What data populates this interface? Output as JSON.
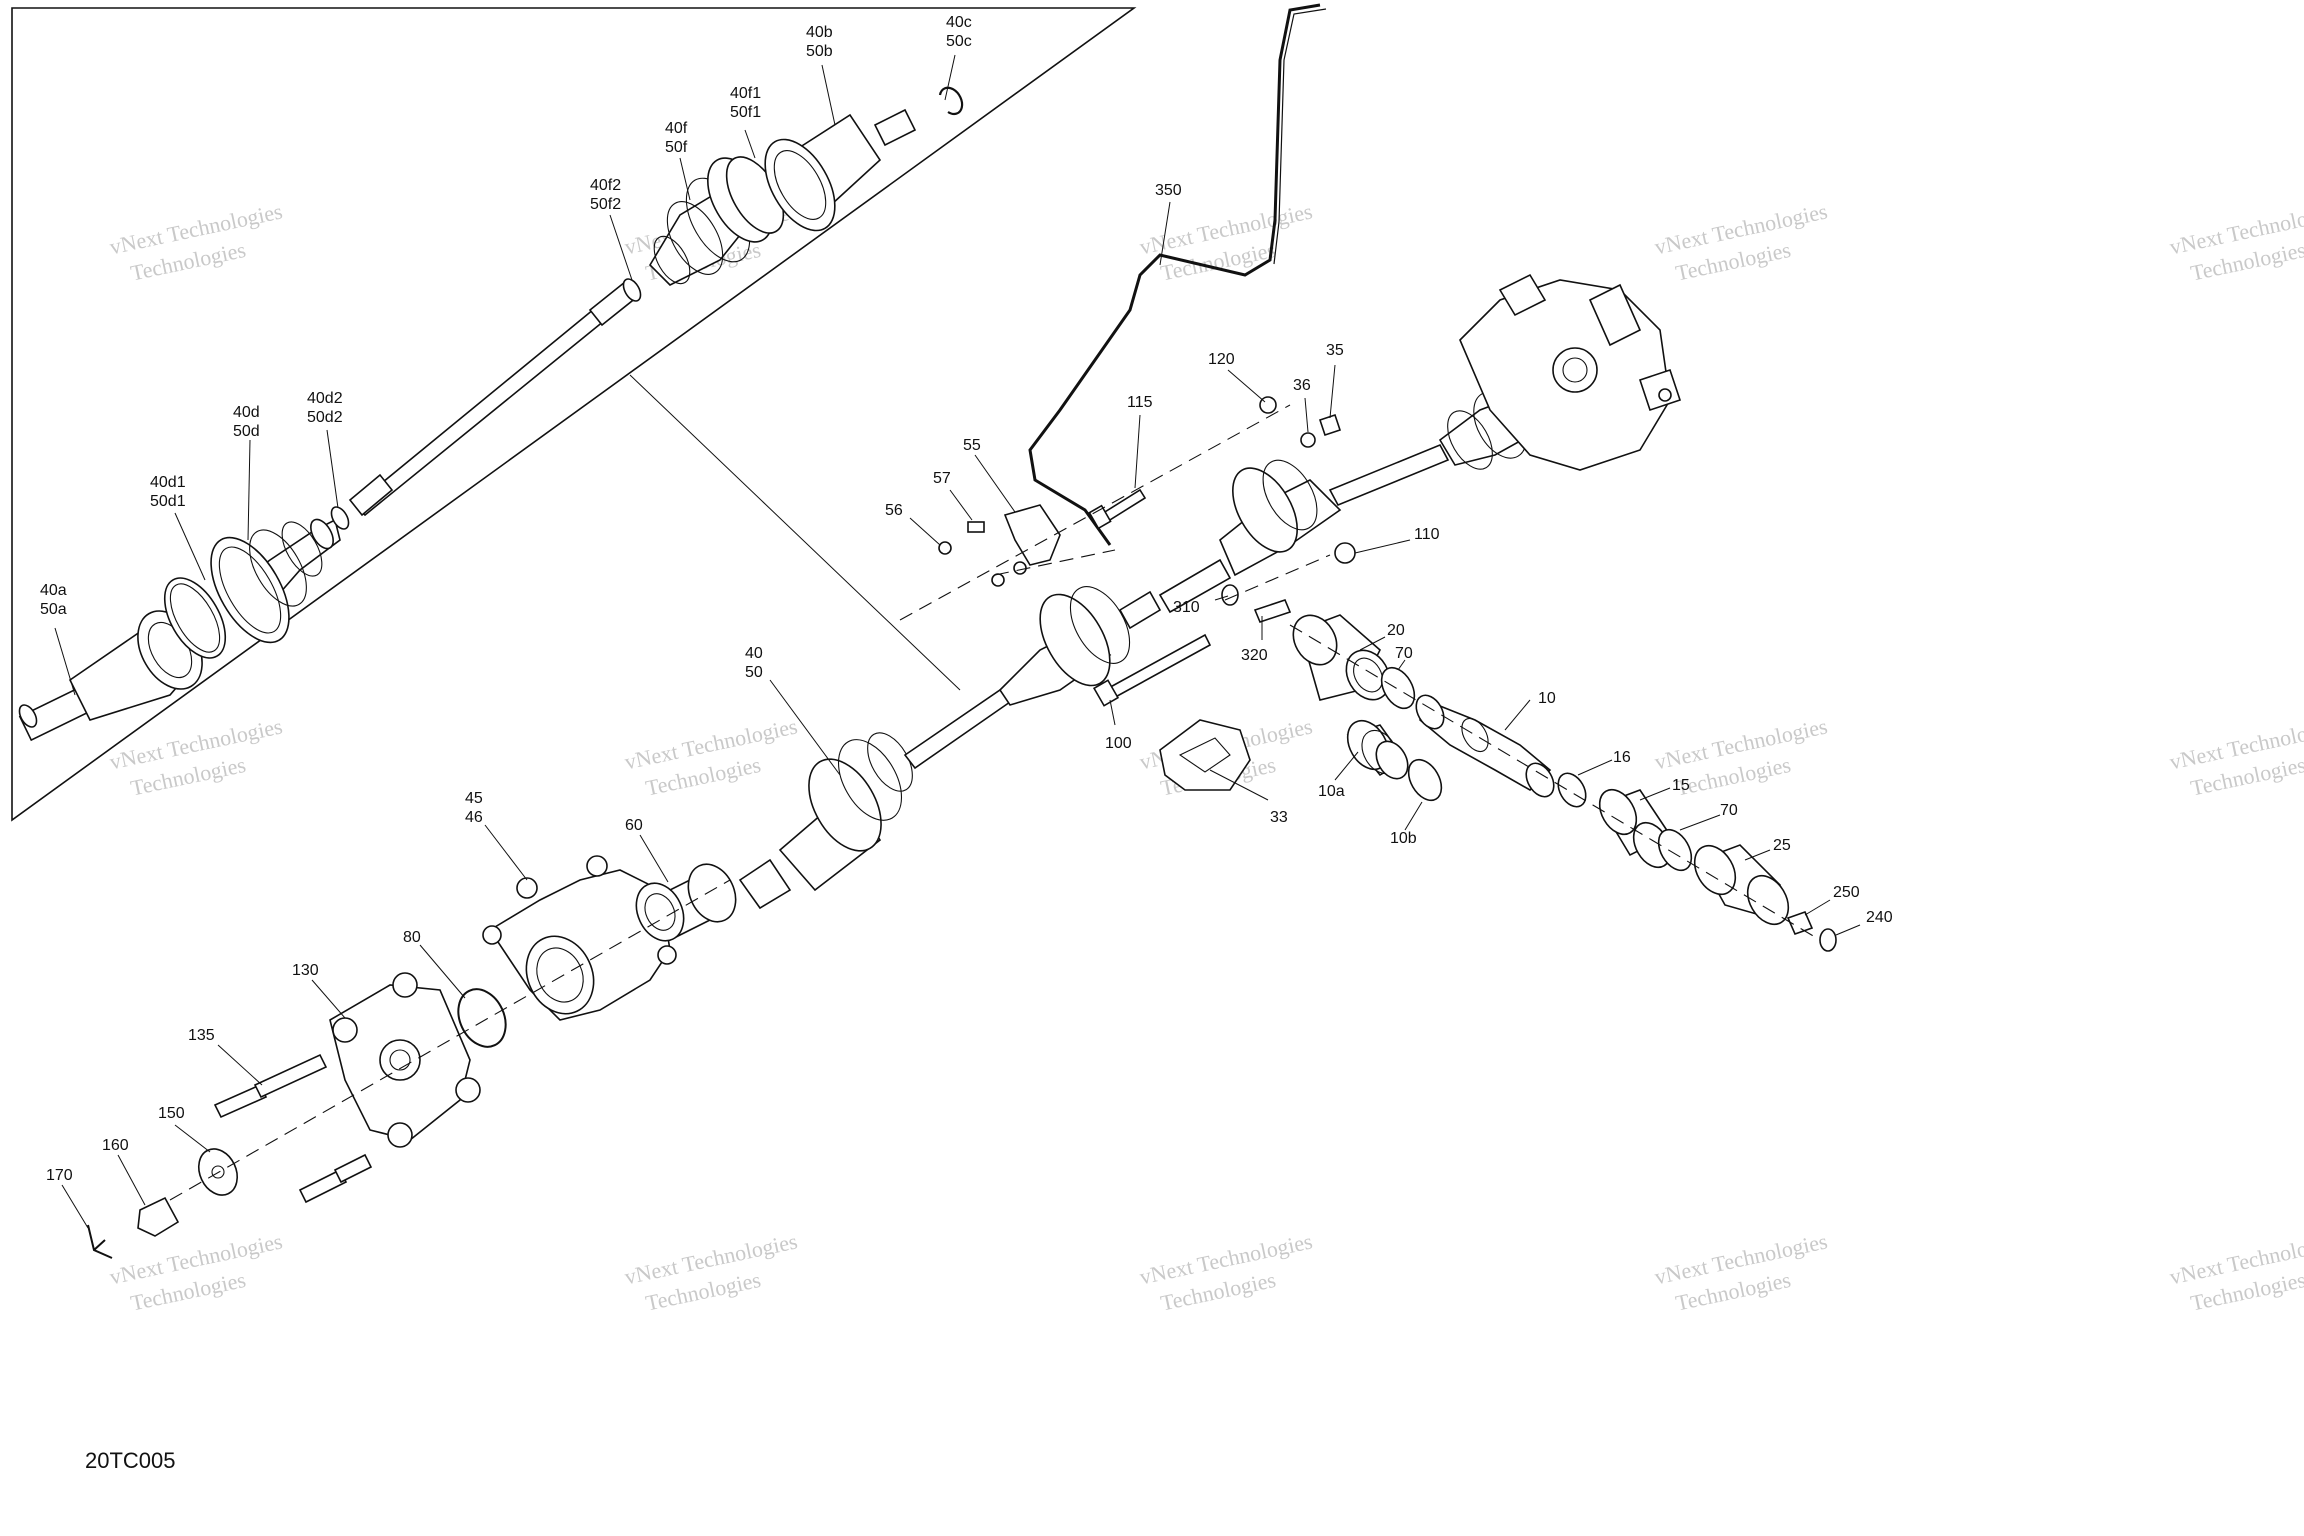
{
  "diagram": {
    "code": "20TC005",
    "watermark_lines": [
      "vNext Technologies",
      "Technologies"
    ],
    "callouts": [
      {
        "id": "40a-50a",
        "lines": [
          "40a",
          "50a"
        ]
      },
      {
        "id": "40d1-50d1",
        "lines": [
          "40d1",
          "50d1"
        ]
      },
      {
        "id": "40d-50d",
        "lines": [
          "40d",
          "50d"
        ]
      },
      {
        "id": "40d2-50d2",
        "lines": [
          "40d2",
          "50d2"
        ]
      },
      {
        "id": "40f2-50f2",
        "lines": [
          "40f2",
          "50f2"
        ]
      },
      {
        "id": "40f-50f",
        "lines": [
          "40f",
          "50f"
        ]
      },
      {
        "id": "40f1-50f1",
        "lines": [
          "40f1",
          "50f1"
        ]
      },
      {
        "id": "40b-50b",
        "lines": [
          "40b",
          "50b"
        ]
      },
      {
        "id": "40c-50c",
        "lines": [
          "40c",
          "50c"
        ]
      },
      {
        "id": "350",
        "lines": [
          "350"
        ]
      },
      {
        "id": "120",
        "lines": [
          "120"
        ]
      },
      {
        "id": "35",
        "lines": [
          "35"
        ]
      },
      {
        "id": "36",
        "lines": [
          "36"
        ]
      },
      {
        "id": "115",
        "lines": [
          "115"
        ]
      },
      {
        "id": "55",
        "lines": [
          "55"
        ]
      },
      {
        "id": "57",
        "lines": [
          "57"
        ]
      },
      {
        "id": "56",
        "lines": [
          "56"
        ]
      },
      {
        "id": "110",
        "lines": [
          "110"
        ]
      },
      {
        "id": "310",
        "lines": [
          "310"
        ]
      },
      {
        "id": "320",
        "lines": [
          "320"
        ]
      },
      {
        "id": "20",
        "lines": [
          "20"
        ]
      },
      {
        "id": "70a",
        "lines": [
          "70"
        ]
      },
      {
        "id": "10",
        "lines": [
          "10"
        ]
      },
      {
        "id": "40-50",
        "lines": [
          "40",
          "50"
        ]
      },
      {
        "id": "100",
        "lines": [
          "100"
        ]
      },
      {
        "id": "33",
        "lines": [
          "33"
        ]
      },
      {
        "id": "10a",
        "lines": [
          "10a"
        ]
      },
      {
        "id": "10b",
        "lines": [
          "10b"
        ]
      },
      {
        "id": "16",
        "lines": [
          "16"
        ]
      },
      {
        "id": "15",
        "lines": [
          "15"
        ]
      },
      {
        "id": "70b",
        "lines": [
          "70"
        ]
      },
      {
        "id": "25",
        "lines": [
          "25"
        ]
      },
      {
        "id": "250",
        "lines": [
          "250"
        ]
      },
      {
        "id": "240",
        "lines": [
          "240"
        ]
      },
      {
        "id": "45-46",
        "lines": [
          "45",
          "46"
        ]
      },
      {
        "id": "60",
        "lines": [
          "60"
        ]
      },
      {
        "id": "80",
        "lines": [
          "80"
        ]
      },
      {
        "id": "130",
        "lines": [
          "130"
        ]
      },
      {
        "id": "135",
        "lines": [
          "135"
        ]
      },
      {
        "id": "150",
        "lines": [
          "150"
        ]
      },
      {
        "id": "160",
        "lines": [
          "160"
        ]
      },
      {
        "id": "170",
        "lines": [
          "170"
        ]
      }
    ]
  }
}
